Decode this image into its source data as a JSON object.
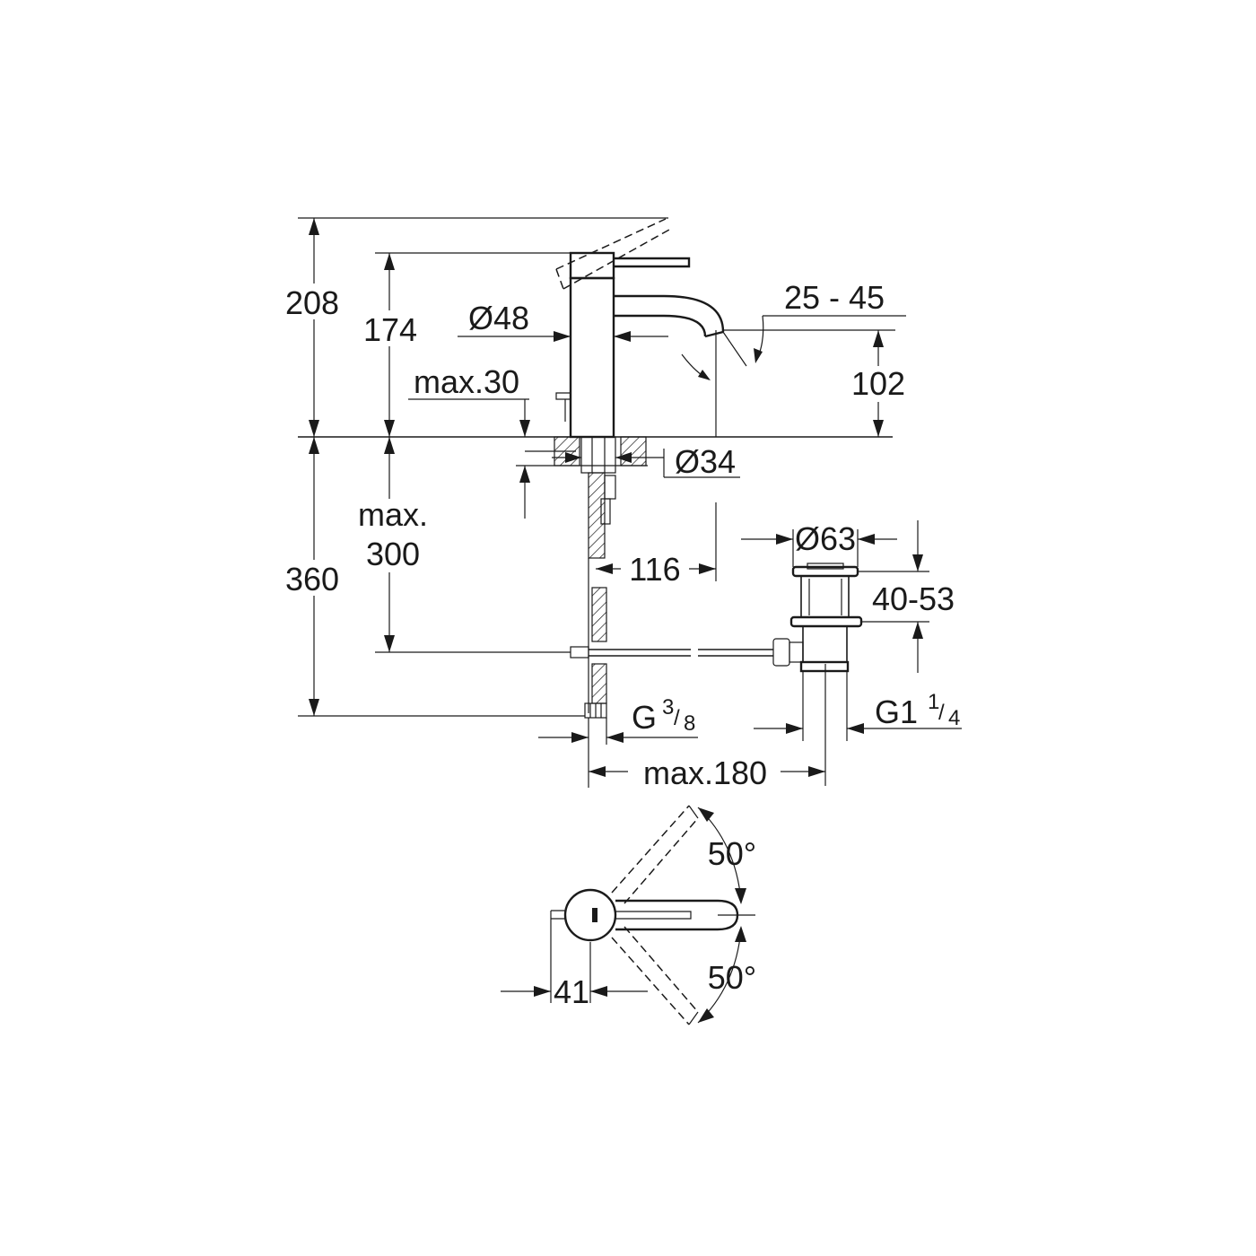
{
  "dimensions": {
    "total_height": "208",
    "body_height": "174",
    "body_diameter": "Ø48",
    "spout_angle": "25 - 45",
    "spout_height": "102",
    "max_deck_thickness": "max.30",
    "hole_diameter": "Ø34",
    "below_deck": "360",
    "max_below_line1": "max.",
    "max_below_line2": "300",
    "spout_reach": "116",
    "waste_diameter": "Ø63",
    "waste_range": "40-53",
    "supply_thread_main": "G",
    "supply_thread_num": "3",
    "supply_thread_den": "8",
    "waste_thread_main": "G1",
    "waste_thread_num": "1",
    "waste_thread_den": "4",
    "max_horizontal": "max.180",
    "lever_angle_top": "50°",
    "lever_angle_bottom": "50°",
    "lever_offset": "41"
  }
}
